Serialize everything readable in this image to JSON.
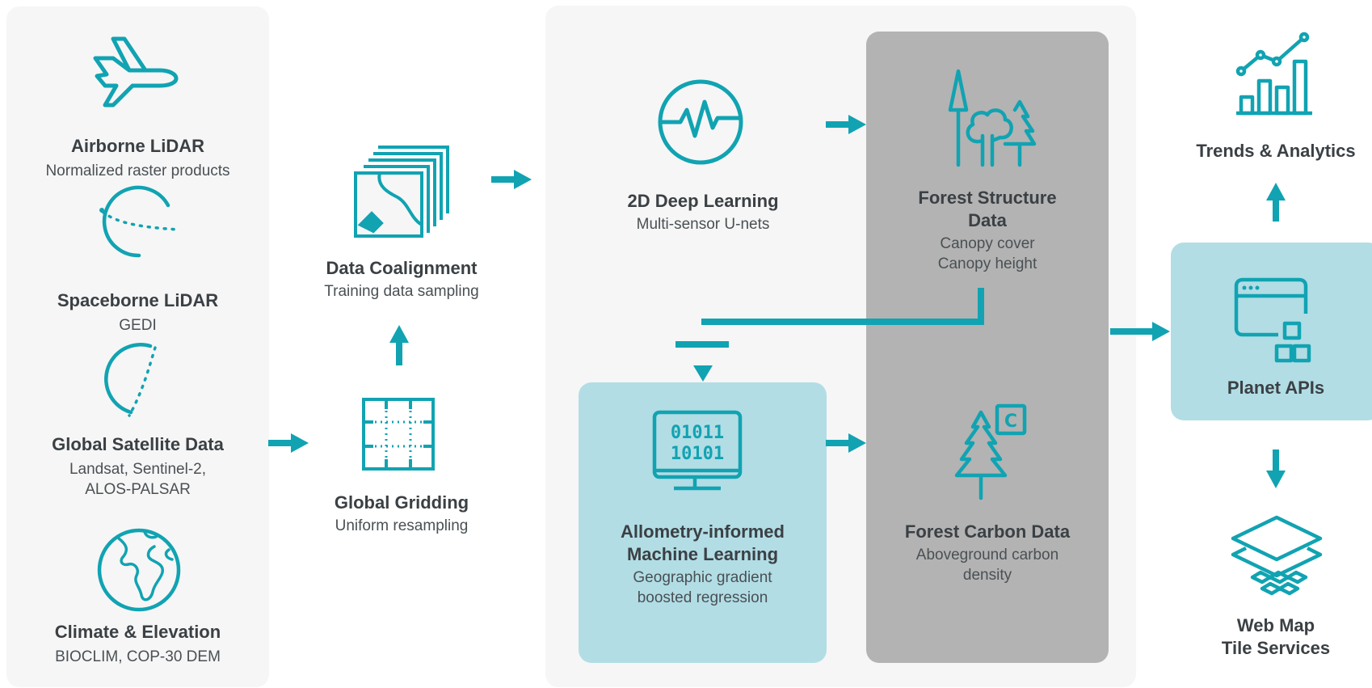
{
  "colors": {
    "teal": "#11a3b2",
    "panel_light": "#f6f6f6",
    "panel_gray": "#b3b3b3",
    "panel_teal": "#b2dde5",
    "text": "#3b4044"
  },
  "inputs": [
    {
      "title": "Airborne LiDAR",
      "sub": [
        "Normalized raster products"
      ],
      "icon": "airplane-icon"
    },
    {
      "title": "Spaceborne LiDAR",
      "sub": [
        "GEDI"
      ],
      "icon": "orbit-satellite-icon"
    },
    {
      "title": "Global Satellite Data",
      "sub": [
        "Landsat, Sentinel-2,",
        "ALOS-PALSAR"
      ],
      "icon": "globe-orbit-icon"
    },
    {
      "title": "Climate & Elevation",
      "sub": [
        "BIOCLIM, COP-30 DEM"
      ],
      "icon": "world-map-icon"
    }
  ],
  "coalignment": {
    "title": "Data Coalignment",
    "sub": "Training data sampling"
  },
  "gridding": {
    "title": "Global Gridding",
    "sub": "Uniform resampling"
  },
  "deep_learning": {
    "title": "2D Deep Learning",
    "sub": "Multi-sensor U-nets"
  },
  "forest_structure": {
    "title": [
      "Forest Structure",
      "Data"
    ],
    "sub": [
      "Canopy cover",
      "Canopy height"
    ]
  },
  "allometry": {
    "title": [
      "Allometry-informed",
      "Machine Learning"
    ],
    "sub": [
      "Geographic gradient",
      "boosted regression"
    ],
    "binary": [
      "01011",
      "10101"
    ]
  },
  "forest_carbon": {
    "title": "Forest Carbon Data",
    "sub": [
      "Aboveground carbon",
      "density"
    ],
    "badge": "C"
  },
  "trends": {
    "title": "Trends & Analytics"
  },
  "apis": {
    "title": "Planet APIs"
  },
  "webmap": {
    "title": [
      "Web Map",
      "Tile Services"
    ]
  }
}
